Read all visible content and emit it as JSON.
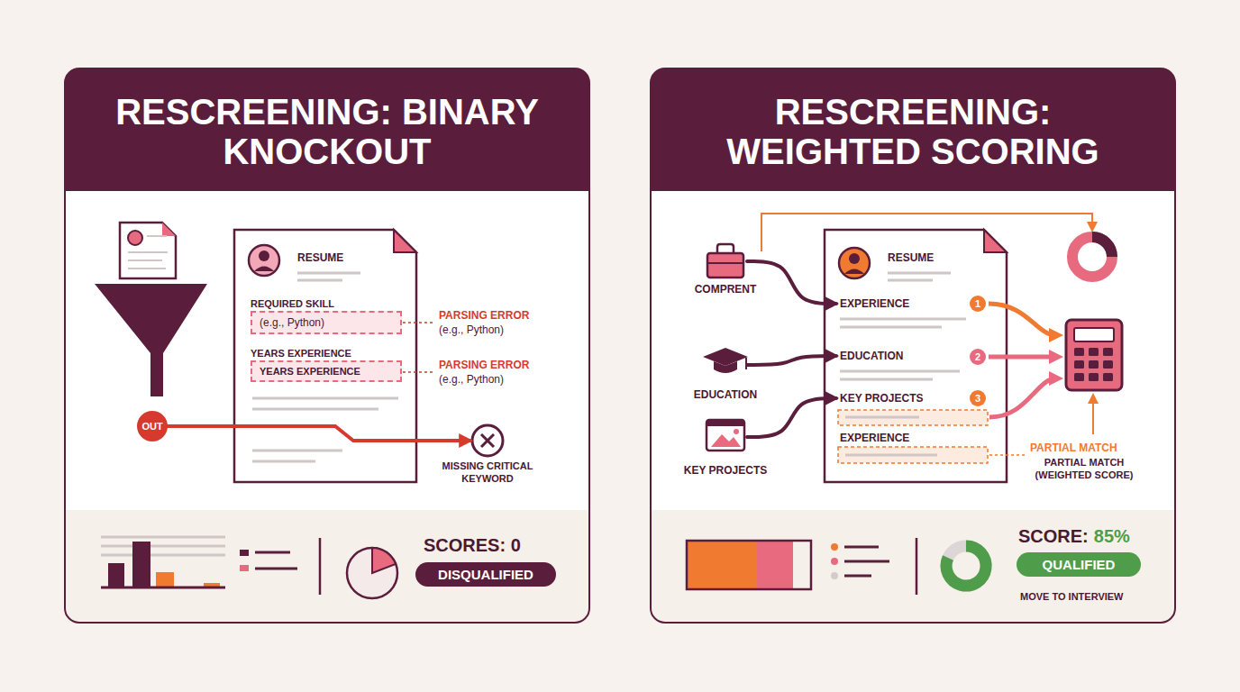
{
  "diagram": {
    "nodes": [
      {
        "text": [
          "RESCREENING: BINARY KNOCKOUT"
        ]
      },
      {
        "text": [
          "RESUME"
        ],
        "in": 0
      },
      {
        "text": [
          "REQUIRED SKILL",
          "(e.g., Python)"
        ],
        "in": 1
      },
      {
        "text": [
          "YEARS EXPERIENCE",
          "YEARS EXPERIENCE"
        ],
        "in": 1
      },
      {
        "text": [
          "OUT"
        ],
        "in": 0
      },
      {
        "text": [
          "MISSING CRITICAL KEYWORD"
        ],
        "in": 0
      },
      {
        "text": [
          "DISQUALIFIED"
        ],
        "in": 0
      },
      {
        "text": [
          "RESCREENING: WEIGHTED SCORING"
        ]
      },
      {
        "text": [
          "RESUME"
        ],
        "in": 7
      },
      {
        "text": [
          "COMPRENT"
        ],
        "in": 7
      },
      {
        "text": [
          "EDUCATION"
        ],
        "in": 7
      },
      {
        "text": [
          "KEY PROJECTS"
        ],
        "in": 7
      },
      {
        "text": [
          "EXPERIENCE"
        ],
        "in": 8
      },
      {
        "text": [
          "EDUCATION"
        ],
        "in": 8
      },
      {
        "text": [
          "KEY PROJECTS"
        ],
        "in": 8
      },
      {
        "text": [
          "EXPERIENCE"
        ],
        "in": 8
      },
      {
        "text": [
          "QUALIFIED"
        ],
        "in": 7
      }
    ],
    "edges": [
      {
        "from": 4,
        "to": 5,
        "arrow": "to"
      },
      {
        "from": 9,
        "to": 12,
        "arrow": "to"
      },
      {
        "from": 10,
        "to": 13,
        "arrow": "to"
      },
      {
        "from": 11,
        "to": 14,
        "arrow": "to"
      }
    ],
    "labels": [
      "PARSING ERROR",
      "(e.g., Python)",
      "PARSING ERROR",
      "(e.g., Python)",
      "SCORES: 0",
      "1",
      "2",
      "3",
      "PARTIAL MATCH",
      "PARTIAL MATCH (WEIGHTED SCORE)",
      "SCORE:",
      "85%",
      "MOVE TO INTERVIEW"
    ]
  }
}
